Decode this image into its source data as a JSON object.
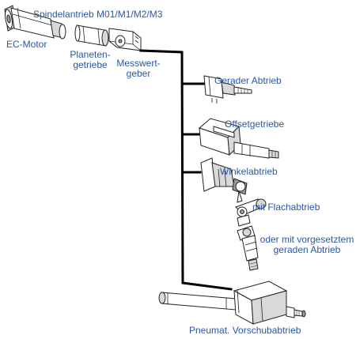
{
  "labels": {
    "spindelantrieb": "Spindelantrieb M01/M1/M2/M3",
    "ec_motor": "EC-Motor",
    "planetengetriebe": "Planeten-\ngetriebe",
    "messwertgeber": "Messwert-\ngeber",
    "gerader_abtrieb": "Gerader Abtrieb",
    "offsetgetriebe": "Offsetgetriebe",
    "winkelabtrieb": "Winkelabtrieb",
    "flachabtrieb": "mit Flachabtrieb",
    "vorgesetzt": "oder mit vorgesetztem\ngeraden Abtrieb",
    "vorschubabtrieb": "Pneumat. Vorschubabtrieb"
  },
  "colors": {
    "label": "#2b57a6",
    "line": "#000000"
  }
}
